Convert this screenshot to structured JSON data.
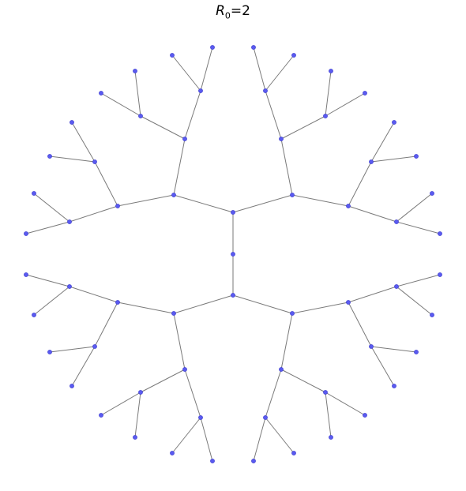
{
  "title": {
    "symbol": "R",
    "subscript": "0",
    "rest": "=2"
  },
  "tree": {
    "node_color": "#5a5af0",
    "edge_color": "#7a7a7a",
    "levels": 5,
    "children_per_node": 2,
    "total_nodes": 63
  }
}
